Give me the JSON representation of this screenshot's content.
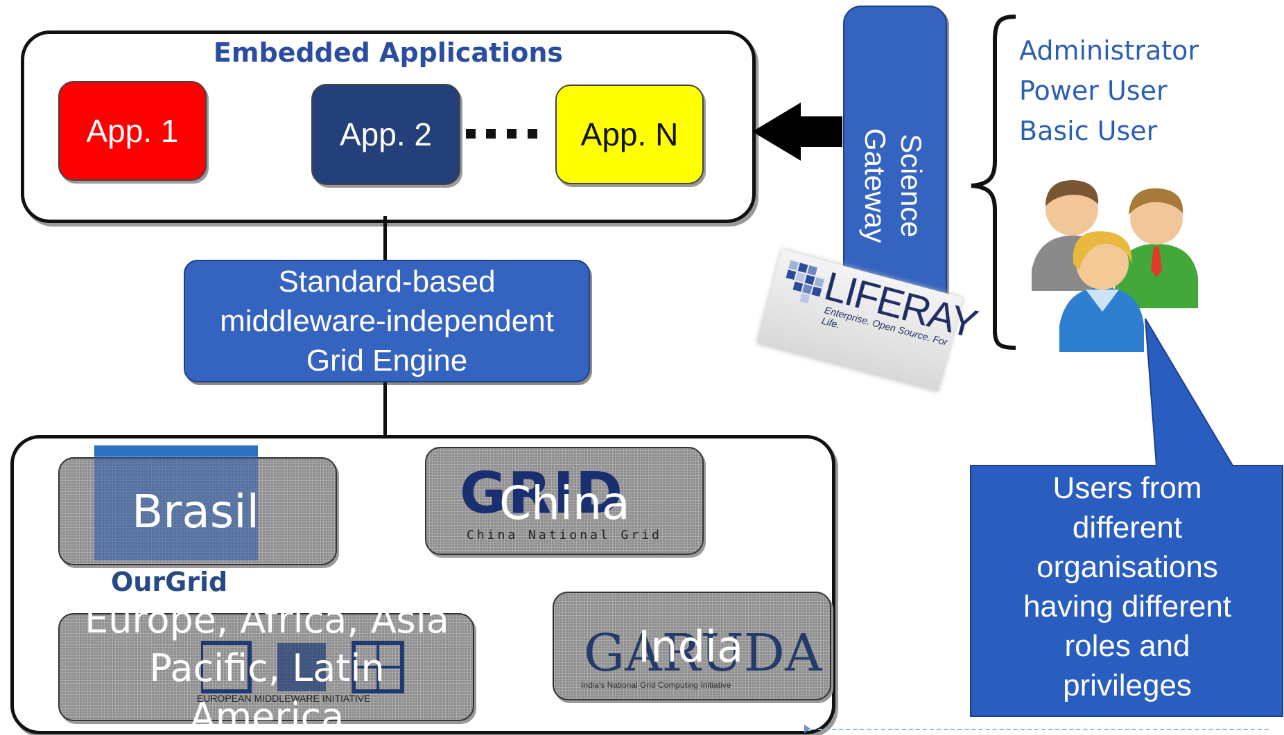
{
  "top": {
    "title": "Embedded Applications",
    "apps": [
      {
        "label": "App. 1",
        "color": "#ff0000"
      },
      {
        "label": "App. 2",
        "color": "#24407a"
      },
      {
        "label": "App. N",
        "color": "#ffff00"
      }
    ]
  },
  "gateway": {
    "line1": "Science",
    "line2": "Gateway",
    "color": "#3563c0"
  },
  "liferay": {
    "word": "LIFERAY",
    "tagline": "Enterprise. Open Source. For Life."
  },
  "roles": [
    "Administrator",
    "Power User",
    "Basic User"
  ],
  "callout": {
    "lines": [
      "Users from",
      "different",
      "organisations",
      "having different",
      "roles and",
      "privileges"
    ],
    "color": "#2a5dc0"
  },
  "engine": {
    "lines": [
      "Standard-based",
      "middleware-independent",
      "Grid Engine"
    ]
  },
  "infrastructures": {
    "brasil": {
      "label": "Brasil",
      "logo": "OurGrid"
    },
    "china": {
      "label": "China",
      "logo": "GRID",
      "logo_sub": "China National Grid"
    },
    "europe": {
      "lines": [
        "Europe, Africa, Asia",
        "Pacific, Latin",
        "America"
      ],
      "logo_sub": "EUROPEAN MIDDLEWARE INITIATIVE"
    },
    "india": {
      "label": "India",
      "logo": "GARUDA",
      "logo_sub": "India's National Grid Computing Initiative"
    }
  }
}
